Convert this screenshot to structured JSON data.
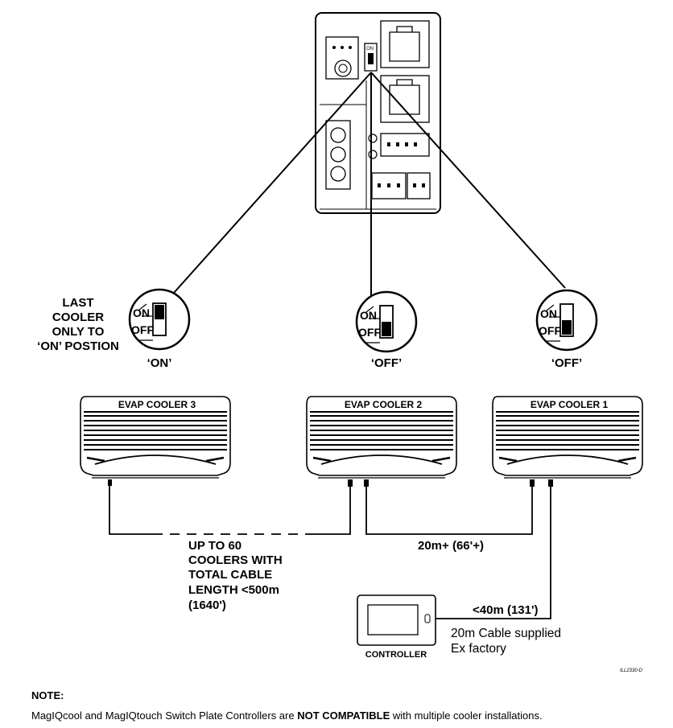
{
  "switches": {
    "on_label": "ON",
    "off_label": "OFF",
    "board_on_label": "ON",
    "states": [
      "‘ON’",
      "‘OFF’",
      "‘OFF’"
    ]
  },
  "last_cooler_note": [
    "LAST",
    "COOLER",
    "ONLY TO",
    "‘ON’ POSTION"
  ],
  "coolers": [
    "EVAP COOLER 3",
    "EVAP COOLER 2",
    "EVAP COOLER 1"
  ],
  "cable_notes": {
    "up_to": [
      "UP TO 60",
      "COOLERS WITH",
      "TOTAL CABLE",
      "LENGTH <500m",
      "(1640')"
    ],
    "segment": "20m+ (66'+)",
    "controller_run": "<40m (131')",
    "supplied": [
      "20m Cable supplied",
      "Ex factory"
    ]
  },
  "controller_label": "CONTROLLER",
  "illustration_id": "ILL2330-D",
  "note": {
    "title": "NOTE:",
    "text_before": "MagIQcool and MagIQtouch Switch Plate Controllers are ",
    "text_bold": "NOT COMPATIBLE",
    "text_after": " with multiple cooler installations."
  }
}
